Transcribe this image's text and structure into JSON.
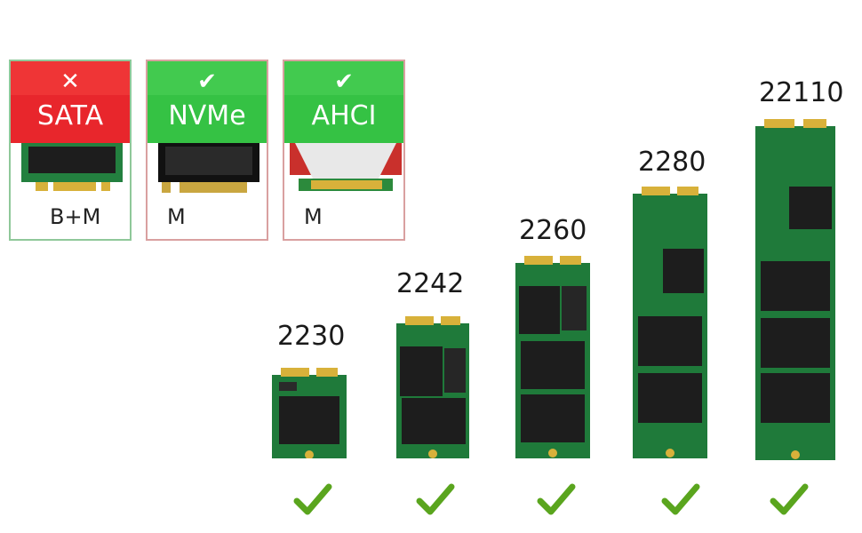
{
  "colors": {
    "unsupported": "#e8262c",
    "supported": "#35c244",
    "check": "#5aa51e",
    "pcb": "#1f7a3a"
  },
  "protocols": [
    {
      "name": "SATA",
      "key": "B+M",
      "supported": false,
      "icon": "cross-icon"
    },
    {
      "name": "NVMe",
      "key": "M",
      "supported": true,
      "icon": "check-icon"
    },
    {
      "name": "AHCI",
      "key": "M",
      "supported": true,
      "icon": "check-icon"
    }
  ],
  "form_factors": [
    {
      "size": "2230",
      "supported": true
    },
    {
      "size": "2242",
      "supported": true
    },
    {
      "size": "2260",
      "supported": true
    },
    {
      "size": "2280",
      "supported": true
    },
    {
      "size": "22110",
      "supported": true
    }
  ]
}
